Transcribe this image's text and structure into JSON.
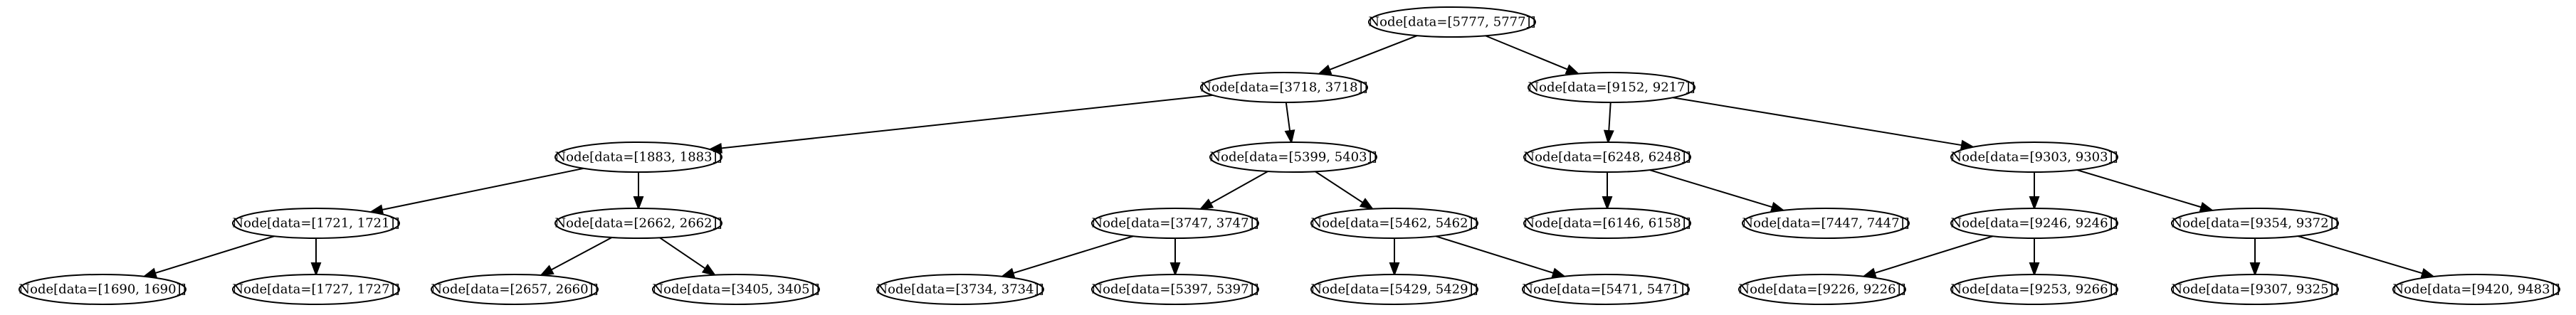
{
  "nodes": [
    {
      "id": "n5777",
      "label": "Node[data=[5777, 5777]]"
    },
    {
      "id": "n3718",
      "label": "Node[data=[3718, 3718]]"
    },
    {
      "id": "n9152",
      "label": "Node[data=[9152, 9217]]"
    },
    {
      "id": "n1883",
      "label": "Node[data=[1883, 1883]]"
    },
    {
      "id": "n5399",
      "label": "Node[data=[5399, 5403]]"
    },
    {
      "id": "n6248",
      "label": "Node[data=[6248, 6248]]"
    },
    {
      "id": "n9303",
      "label": "Node[data=[9303, 9303]]"
    },
    {
      "id": "n1721",
      "label": "Node[data=[1721, 1721]]"
    },
    {
      "id": "n2662",
      "label": "Node[data=[2662, 2662]]"
    },
    {
      "id": "n3747",
      "label": "Node[data=[3747, 3747]]"
    },
    {
      "id": "n5462",
      "label": "Node[data=[5462, 5462]]"
    },
    {
      "id": "n6146",
      "label": "Node[data=[6146, 6158]]"
    },
    {
      "id": "n7447",
      "label": "Node[data=[7447, 7447]]"
    },
    {
      "id": "n9246",
      "label": "Node[data=[9246, 9246]]"
    },
    {
      "id": "n9354",
      "label": "Node[data=[9354, 9372]]"
    },
    {
      "id": "n1690",
      "label": "Node[data=[1690, 1690]]"
    },
    {
      "id": "n1727",
      "label": "Node[data=[1727, 1727]]"
    },
    {
      "id": "n2657",
      "label": "Node[data=[2657, 2660]]"
    },
    {
      "id": "n3405",
      "label": "Node[data=[3405, 3405]]"
    },
    {
      "id": "n3734",
      "label": "Node[data=[3734, 3734]]"
    },
    {
      "id": "n5397",
      "label": "Node[data=[5397, 5397]]"
    },
    {
      "id": "n5429",
      "label": "Node[data=[5429, 5429]]"
    },
    {
      "id": "n5471",
      "label": "Node[data=[5471, 5471]]"
    },
    {
      "id": "n9226",
      "label": "Node[data=[9226, 9226]]"
    },
    {
      "id": "n9253",
      "label": "Node[data=[9253, 9266]]"
    },
    {
      "id": "n9307",
      "label": "Node[data=[9307, 9325]]"
    },
    {
      "id": "n9420",
      "label": "Node[data=[9420, 9483]]"
    }
  ],
  "edges": [
    [
      "n5777",
      "n3718"
    ],
    [
      "n5777",
      "n9152"
    ],
    [
      "n3718",
      "n1883"
    ],
    [
      "n3718",
      "n5399"
    ],
    [
      "n9152",
      "n6248"
    ],
    [
      "n9152",
      "n9303"
    ],
    [
      "n1883",
      "n1721"
    ],
    [
      "n1883",
      "n2662"
    ],
    [
      "n5399",
      "n3747"
    ],
    [
      "n5399",
      "n5462"
    ],
    [
      "n6248",
      "n6146"
    ],
    [
      "n6248",
      "n7447"
    ],
    [
      "n9303",
      "n9246"
    ],
    [
      "n9303",
      "n9354"
    ],
    [
      "n1721",
      "n1690"
    ],
    [
      "n1721",
      "n1727"
    ],
    [
      "n2662",
      "n2657"
    ],
    [
      "n2662",
      "n3405"
    ],
    [
      "n3747",
      "n3734"
    ],
    [
      "n3747",
      "n5397"
    ],
    [
      "n5462",
      "n5429"
    ],
    [
      "n5462",
      "n5471"
    ],
    [
      "n9246",
      "n9226"
    ],
    [
      "n9246",
      "n9253"
    ],
    [
      "n9354",
      "n9307"
    ],
    [
      "n9354",
      "n9420"
    ]
  ]
}
